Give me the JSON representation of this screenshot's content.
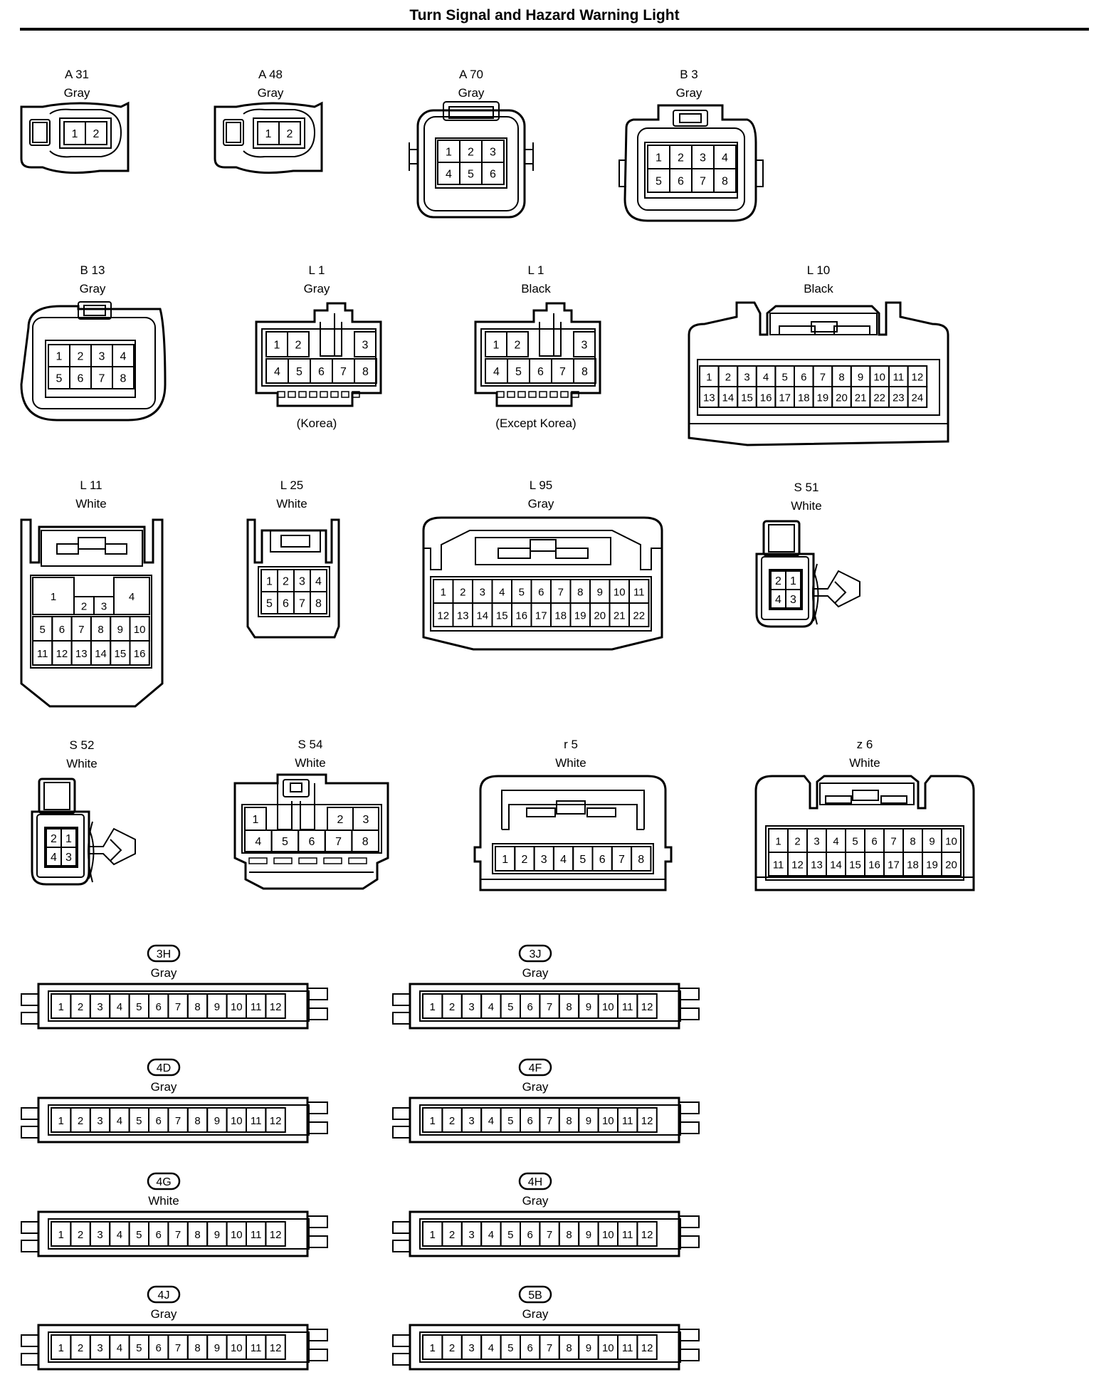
{
  "title": "Turn Signal and Hazard Warning Light",
  "connectors": [
    {
      "id": "A 31",
      "color": "Gray",
      "pins": [
        "1",
        "2"
      ]
    },
    {
      "id": "A 48",
      "color": "Gray",
      "pins": [
        "1",
        "2"
      ]
    },
    {
      "id": "A 70",
      "color": "Gray",
      "pins": [
        "1",
        "2",
        "3",
        "4",
        "5",
        "6"
      ]
    },
    {
      "id": "B 3",
      "color": "Gray",
      "pins": [
        "1",
        "2",
        "3",
        "4",
        "5",
        "6",
        "7",
        "8"
      ]
    },
    {
      "id": "B 13",
      "color": "Gray",
      "pins": [
        "1",
        "2",
        "3",
        "4",
        "5",
        "6",
        "7",
        "8"
      ]
    },
    {
      "id": "L 1",
      "color": "Gray",
      "note": "(Korea)",
      "pins": [
        "1",
        "2",
        "3",
        "4",
        "5",
        "6",
        "7",
        "8"
      ]
    },
    {
      "id": "L 1",
      "color": "Black",
      "note": "(Except Korea)",
      "pins": [
        "1",
        "2",
        "3",
        "4",
        "5",
        "6",
        "7",
        "8"
      ]
    },
    {
      "id": "L 10",
      "color": "Black",
      "pins": [
        "1",
        "2",
        "3",
        "4",
        "5",
        "6",
        "7",
        "8",
        "9",
        "10",
        "11",
        "12",
        "13",
        "14",
        "15",
        "16",
        "17",
        "18",
        "19",
        "20",
        "21",
        "22",
        "23",
        "24"
      ]
    },
    {
      "id": "L 11",
      "color": "White",
      "pins": [
        "1",
        "2",
        "3",
        "4",
        "5",
        "6",
        "7",
        "8",
        "9",
        "10",
        "11",
        "12",
        "13",
        "14",
        "15",
        "16"
      ]
    },
    {
      "id": "L 25",
      "color": "White",
      "pins": [
        "1",
        "2",
        "3",
        "4",
        "5",
        "6",
        "7",
        "8"
      ]
    },
    {
      "id": "L 95",
      "color": "Gray",
      "pins": [
        "1",
        "2",
        "3",
        "4",
        "5",
        "6",
        "7",
        "8",
        "9",
        "10",
        "11",
        "12",
        "13",
        "14",
        "15",
        "16",
        "17",
        "18",
        "19",
        "20",
        "21",
        "22"
      ]
    },
    {
      "id": "S 51",
      "color": "White",
      "pins": [
        "2",
        "1",
        "4",
        "3"
      ]
    },
    {
      "id": "S 52",
      "color": "White",
      "pins": [
        "2",
        "1",
        "4",
        "3"
      ]
    },
    {
      "id": "S 54",
      "color": "White",
      "pins": [
        "1",
        "2",
        "3",
        "4",
        "5",
        "6",
        "7",
        "8"
      ]
    },
    {
      "id": "r 5",
      "color": "White",
      "pins": [
        "1",
        "2",
        "3",
        "4",
        "5",
        "6",
        "7",
        "8"
      ]
    },
    {
      "id": "z 6",
      "color": "White",
      "pins": [
        "1",
        "2",
        "3",
        "4",
        "5",
        "6",
        "7",
        "8",
        "9",
        "10",
        "11",
        "12",
        "13",
        "14",
        "15",
        "16",
        "17",
        "18",
        "19",
        "20"
      ]
    }
  ],
  "junction_connectors": [
    {
      "code": "3H",
      "color": "Gray"
    },
    {
      "code": "3J",
      "color": "Gray"
    },
    {
      "code": "4D",
      "color": "Gray"
    },
    {
      "code": "4F",
      "color": "Gray"
    },
    {
      "code": "4G",
      "color": "White"
    },
    {
      "code": "4H",
      "color": "Gray"
    },
    {
      "code": "4J",
      "color": "Gray"
    },
    {
      "code": "5B",
      "color": "Gray"
    }
  ],
  "junction_pins": [
    "1",
    "2",
    "3",
    "4",
    "5",
    "6",
    "7",
    "8",
    "9",
    "10",
    "11",
    "12"
  ]
}
